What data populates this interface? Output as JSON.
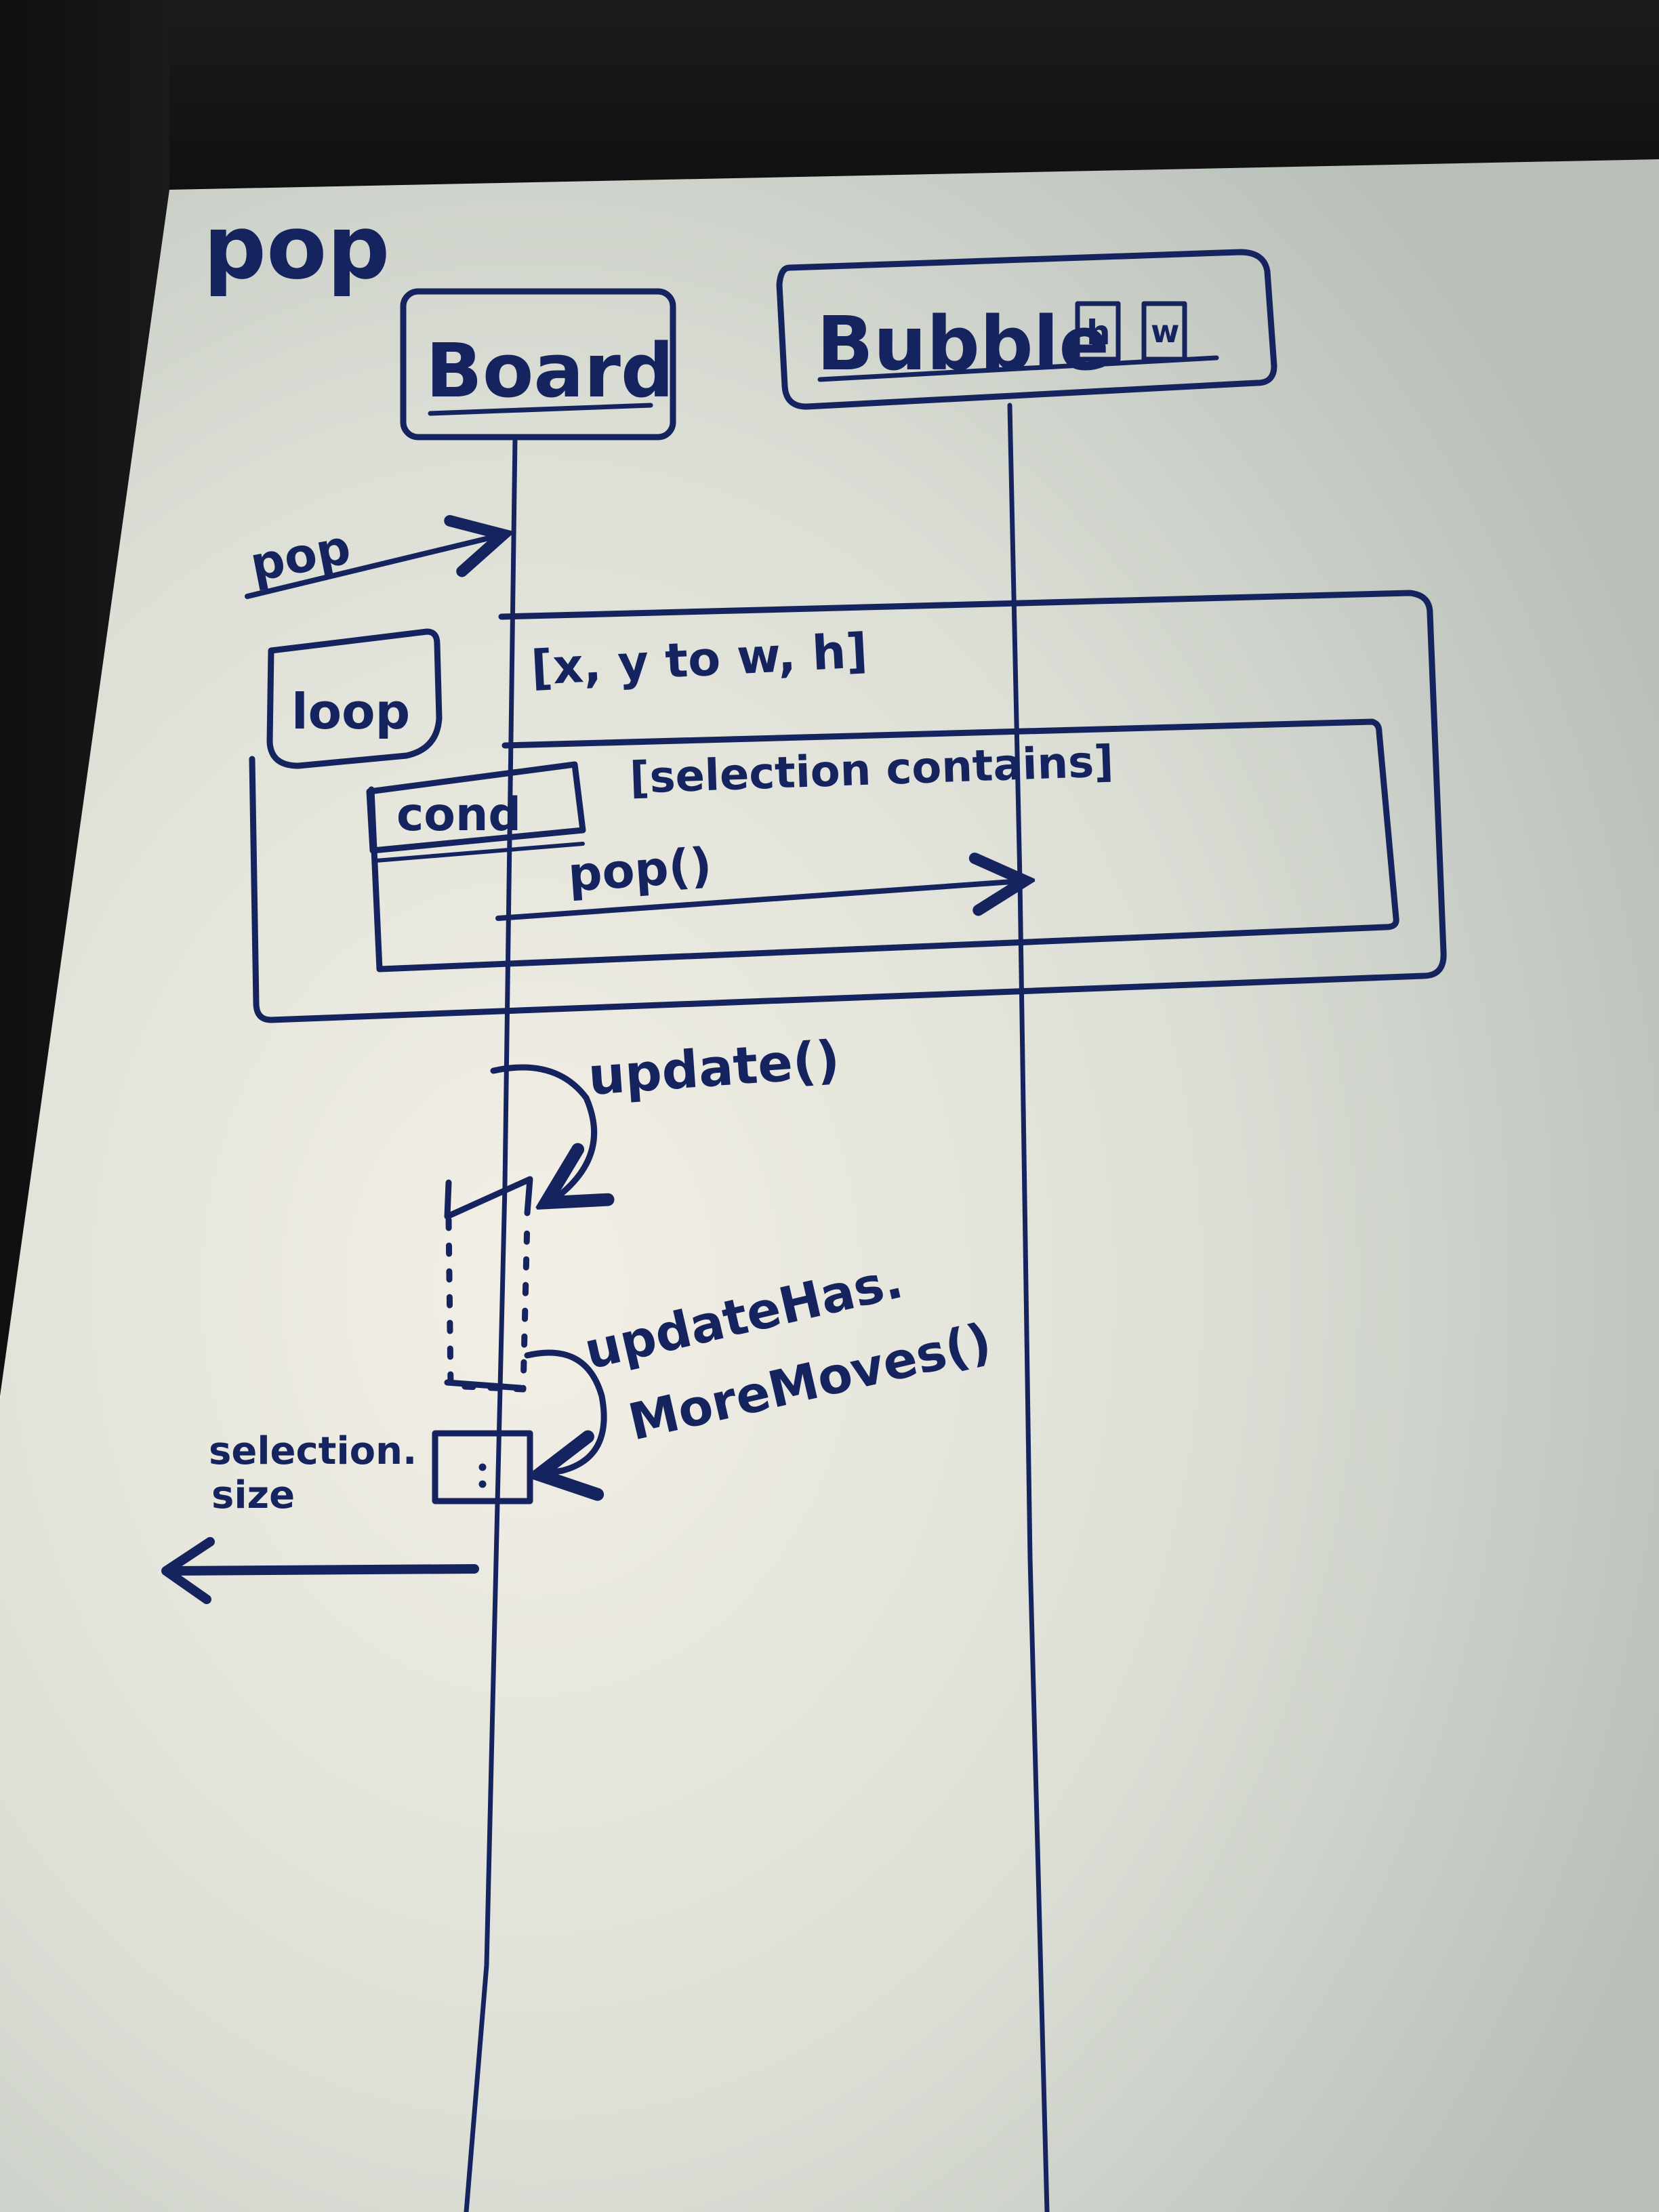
{
  "diagram": {
    "title": "pop",
    "participants": {
      "board": {
        "label": "Board"
      },
      "bubble": {
        "label": "Bubble",
        "index_h": "h",
        "index_w": "w"
      }
    },
    "messages": {
      "incoming": "pop",
      "inner_call": "pop()",
      "update": "update()",
      "update_has_more_moves_line1": "updateHas.",
      "update_has_more_moves_line2": "MoreMoves()",
      "return_line1": "selection.",
      "return_line2": "size"
    },
    "fragments": {
      "loop": {
        "operator": "loop",
        "guard": "[x, y to w, h]"
      },
      "cond": {
        "operator": "cond",
        "guard": "[selection contains]"
      }
    }
  },
  "colors": {
    "ink": "#15245e",
    "whiteboard_light": "#f3efe6",
    "whiteboard_mid": "#d9dcd3",
    "whiteboard_dark": "#b9c0ba",
    "frame": "#141414"
  }
}
